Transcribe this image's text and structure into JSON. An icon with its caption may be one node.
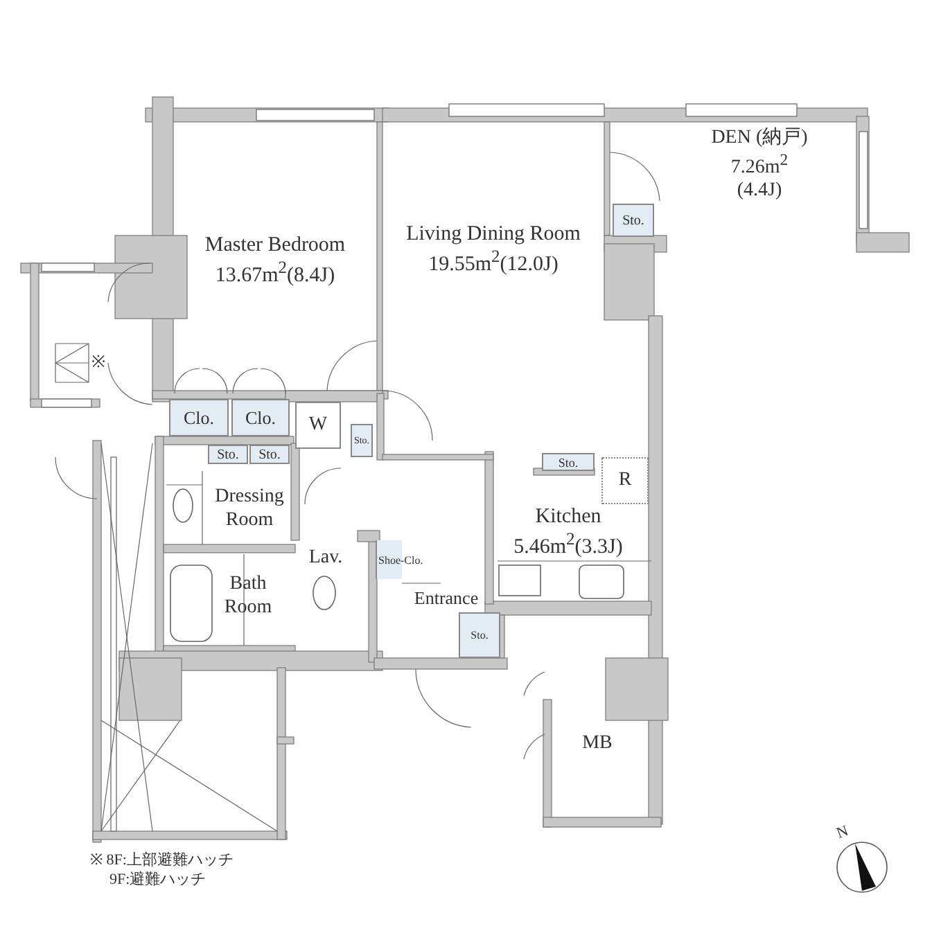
{
  "diagram": {
    "nodes": [
      {
        "text": [
          "Master Bedroom",
          "13.67m$^{2}$(8.4J)"
        ]
      },
      {
        "text": [
          "Living Dining Room",
          "19.55m$^{2}$(12.0J)"
        ]
      },
      {
        "text": [
          "DEN (納戸)",
          "7.26m$^{2}$ (4.4J)"
        ]
      },
      {
        "text": [
          "Sto."
        ]
      },
      {
        "text": [
          "Clo."
        ]
      },
      {
        "text": [
          "Clo."
        ]
      },
      {
        "text": [
          "W"
        ]
      },
      {
        "text": [
          "Sto."
        ]
      },
      {
        "text": [
          "Sto."
        ]
      },
      {
        "text": [
          "Sto."
        ]
      },
      {
        "text": [
          "Dressing Room"
        ]
      },
      {
        "text": [
          "Bath Room"
        ]
      },
      {
        "text": [
          "Lav."
        ]
      },
      {
        "text": [
          "Shoe-Clo."
        ]
      },
      {
        "text": [
          "Entrance"
        ]
      },
      {
        "text": [
          "Sto."
        ]
      },
      {
        "text": [
          "Sto."
        ]
      },
      {
        "text": [
          "R"
        ]
      },
      {
        "text": [
          "Kitchen",
          "5.46m$^{2}$(3.3J)"
        ]
      },
      {
        "text": [
          "MB"
        ]
      }
    ],
    "labels": [
      "※",
      "※ 8F:上部避難ハッチ",
      "9F:避難ハッチ",
      "N"
    ]
  }
}
